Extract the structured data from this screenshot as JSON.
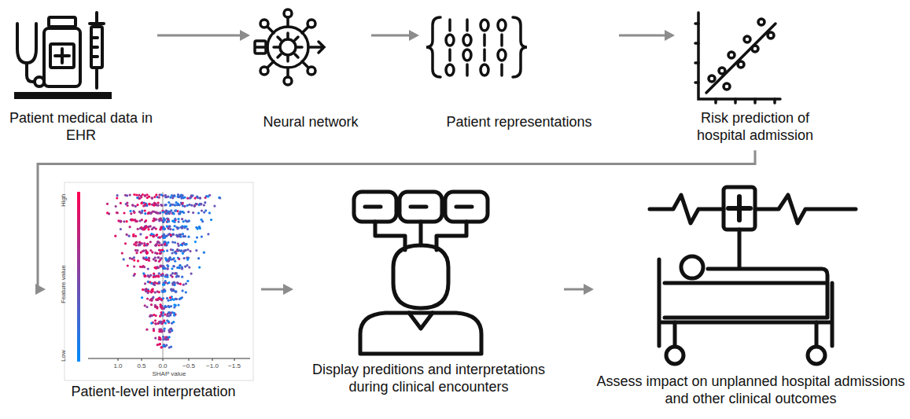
{
  "diagram": {
    "nodes": [
      {
        "text": [
          "Patient medical data in EHR"
        ]
      },
      {
        "text": [
          "Neural network"
        ]
      },
      {
        "text": [
          "Patient representations"
        ]
      },
      {
        "text": [
          "Risk prediction of hospital admission"
        ]
      },
      {
        "text": [
          "Patient-level interpretation"
        ]
      },
      {
        "text": [
          "Display preditions and interpretations during clinical encounters"
        ]
      },
      {
        "text": [
          "Assess impact on unplanned hospital admissions and other clinical outcomes"
        ]
      }
    ],
    "edges": [
      {
        "from": 0,
        "to": 1,
        "arrow": "to"
      },
      {
        "from": 1,
        "to": 2,
        "arrow": "to"
      },
      {
        "from": 2,
        "to": 3,
        "arrow": "to"
      },
      {
        "from": 3,
        "to": 4,
        "arrow": "to"
      },
      {
        "from": 4,
        "to": 5,
        "arrow": "to"
      },
      {
        "from": 5,
        "to": 6,
        "arrow": "to"
      }
    ],
    "labels": [
      "High",
      "Low",
      "Feature value",
      "SHAP value",
      "1.0",
      "0.5",
      "0.0",
      "−0.5",
      "−1.0",
      "−1.5"
    ]
  }
}
